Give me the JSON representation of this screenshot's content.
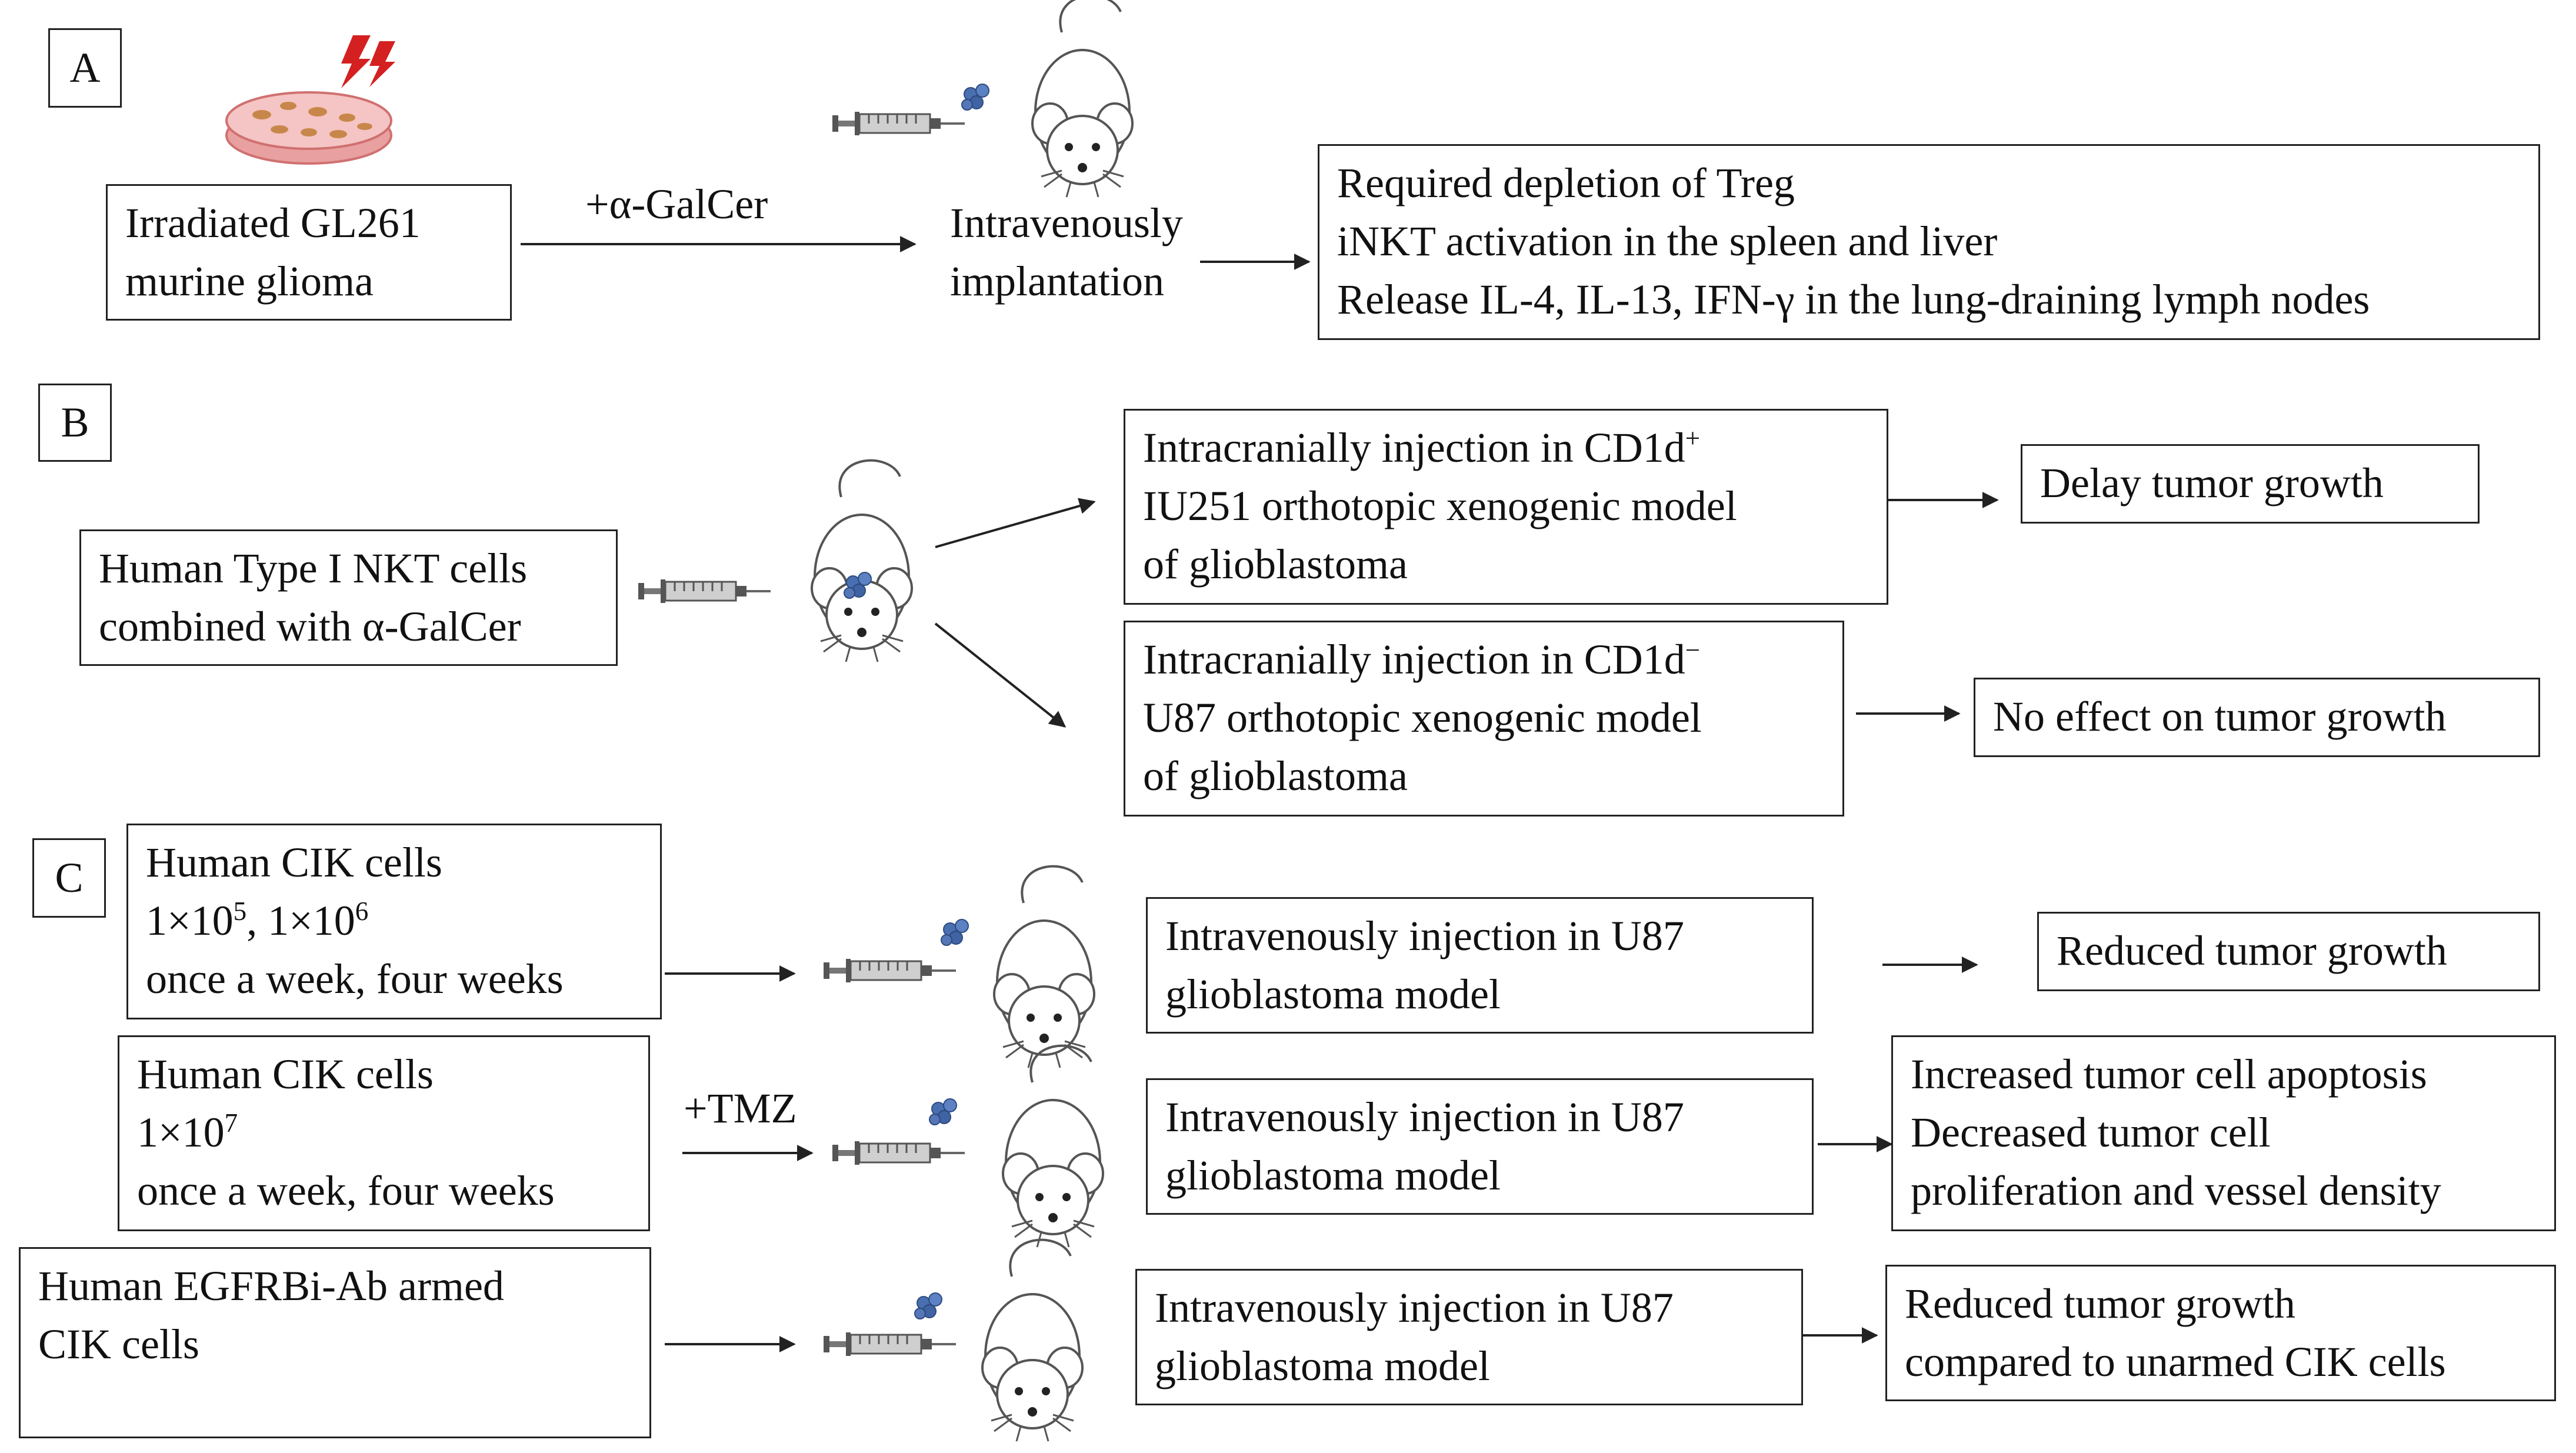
{
  "panels": {
    "A": {
      "label": "A",
      "source_lines": [
        "Irradiated GL261",
        "murine glioma"
      ],
      "arrow_label": "+α-GalCer",
      "middle_lines": [
        "Intravenously",
        "implantation"
      ],
      "result_lines": [
        "Required depletion of Treg",
        "iNKT  activation in the spleen and liver",
        "Release IL-4, IL-13, IFN-γ in the lung-draining  lymph nodes"
      ]
    },
    "B": {
      "label": "B",
      "source_lines": [
        "Human Type I NKT cells",
        "combined with α-GalCer"
      ],
      "top_model": {
        "line1_prefix": "Intracranially injection in CD1d",
        "line1_sup": "+",
        "line2": "IU251 orthotopic xenogenic model",
        "line3": "of glioblastoma"
      },
      "top_result": "Delay tumor growth",
      "bottom_model": {
        "line1_prefix": "Intracranially injection in CD1d",
        "line1_sup": "−",
        "line2": "U87 orthotopic xenogenic model",
        "line3": "of glioblastoma"
      },
      "bottom_result": "No effect on tumor growth"
    },
    "C": {
      "label": "C",
      "row1": {
        "source_title": "Human CIK cells",
        "dose_base1": "1×10",
        "dose_exp1": "5",
        "dose_sep": ", ",
        "dose_base2": "1×10",
        "dose_exp2": "6",
        "schedule": "once a week, four weeks",
        "model_lines": [
          "Intravenously injection in U87",
          "glioblastoma model"
        ],
        "result": "Reduced tumor growth"
      },
      "row2": {
        "source_title": "Human CIK cells",
        "dose_base": "1×10",
        "dose_exp": "7",
        "schedule": "once a week, four weeks",
        "arrow_label": "+TMZ",
        "model_lines": [
          "Intravenously injection in U87",
          "glioblastoma model"
        ],
        "result_lines": [
          "Increased tumor cell apoptosis",
          "Decreased tumor cell",
          "proliferation and vessel density"
        ]
      },
      "row3": {
        "source_lines": [
          "Human EGFRBi-Ab armed",
          "CIK cells"
        ],
        "model_lines": [
          "Intravenously injection in U87",
          "glioblastoma model"
        ],
        "result_lines": [
          "Reduced tumor growth",
          "compared to unarmed CIK cells"
        ]
      }
    }
  },
  "colors": {
    "stroke": "#222222",
    "dish_fill": "#f2b8b8",
    "dish_rim": "#e08888",
    "cell": "#c8874a",
    "lightning": "#d42020",
    "cells_blue": "#4a6fb0",
    "syringe_barrel": "#9a9a9a"
  },
  "icons": [
    "petri-dish-icon",
    "lightning-icon",
    "syringe-icon",
    "cell-cluster-icon",
    "mouse-icon"
  ]
}
